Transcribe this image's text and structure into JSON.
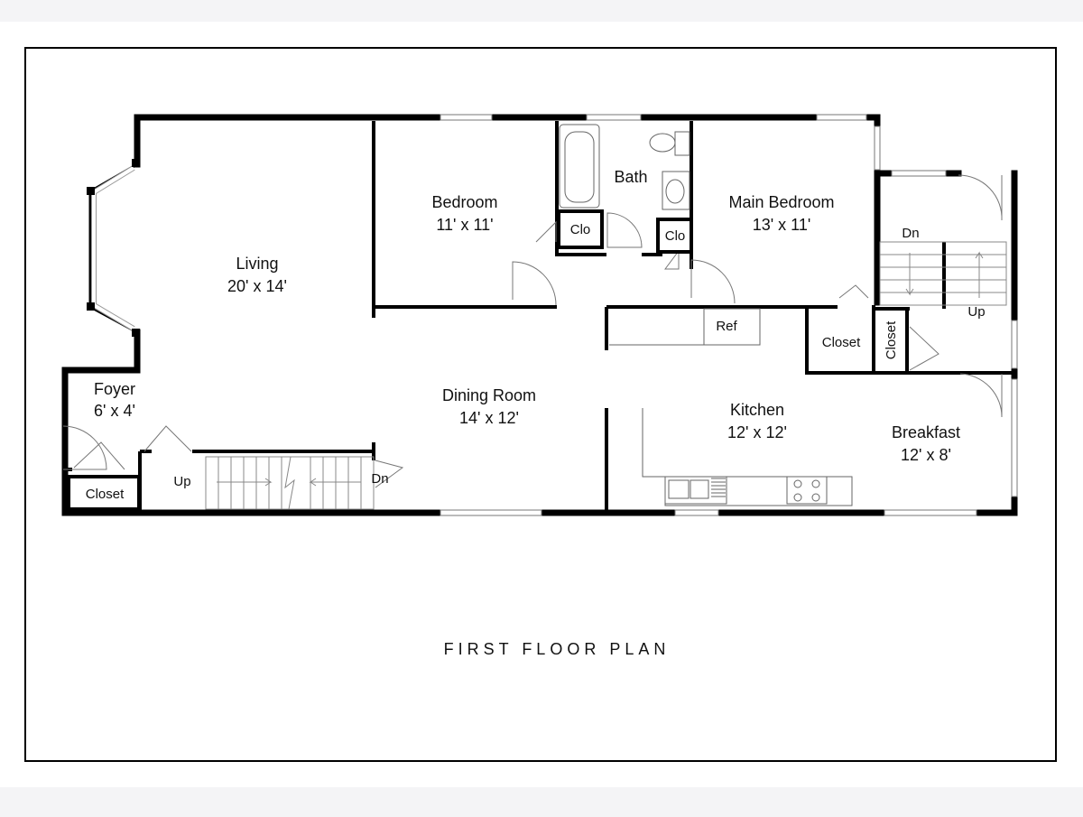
{
  "plan": {
    "title": "FIRST FLOOR PLAN",
    "colors": {
      "wall": "#000000",
      "background": "#ffffff",
      "page": "#f4f4f6"
    },
    "rooms": {
      "living": {
        "name": "Living",
        "dims": "20' x 14'"
      },
      "bedroom": {
        "name": "Bedroom",
        "dims": "11' x 11'"
      },
      "bath": {
        "name": "Bath"
      },
      "main_bedroom": {
        "name": "Main Bedroom",
        "dims": "13' x 11'"
      },
      "foyer": {
        "name": "Foyer",
        "dims": "6' x 4'"
      },
      "dining": {
        "name": "Dining Room",
        "dims": "14' x 12'"
      },
      "kitchen": {
        "name": "Kitchen",
        "dims": "12' x 12'"
      },
      "breakfast": {
        "name": "Breakfast",
        "dims": "12' x 8'"
      }
    },
    "labels": {
      "clo": "Clo",
      "closet": "Closet",
      "ref": "Ref",
      "up": "Up",
      "dn": "Dn"
    }
  }
}
